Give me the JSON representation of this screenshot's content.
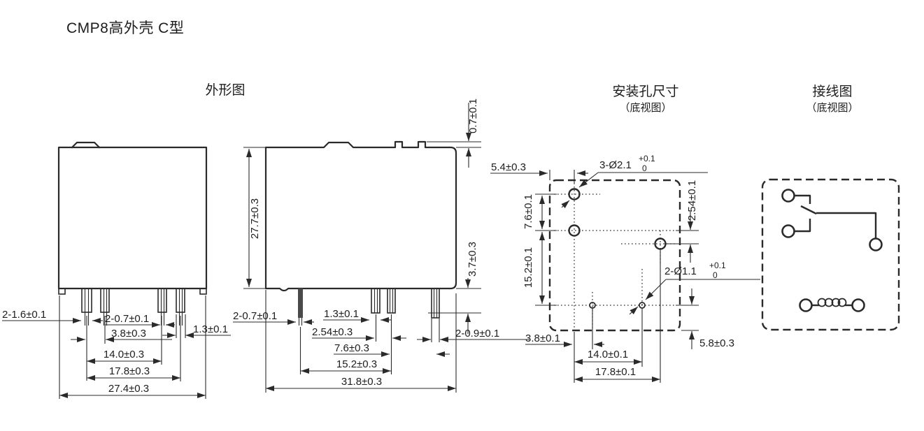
{
  "page": {
    "title": "CMP8高外壳 C型"
  },
  "sections": {
    "outline": {
      "title": "外形图"
    },
    "mounting": {
      "title": "安装孔尺寸",
      "subtitle": "（底视图）"
    },
    "wiring": {
      "title": "接线图",
      "subtitle": "（底视图）"
    }
  },
  "front_view": {
    "dims": {
      "pin_width_pair": "2-1.6±0.1",
      "pin_thickness_pair": "2-0.7±0.1",
      "pin_gap": "3.8±0.3",
      "pin_gap_right": "1.3±0.1",
      "pitch_14": "14.0±0.3",
      "pitch_178": "17.8±0.3",
      "case_width": "27.4±0.3"
    }
  },
  "side_view": {
    "dims": {
      "case_height": "27.7±0.3",
      "tab_height": "0.7±0.1",
      "standoff": "3.7±0.3",
      "pin_thickness_pair": "2-0.7±0.1",
      "pin_width": "1.3±0.1",
      "pitch_254": "2.54±0.3",
      "pitch_76": "7.6±0.3",
      "pitch_152": "15.2±0.3",
      "case_length": "31.8±0.3",
      "pin_width_pair_right": "2-0.9±0.1"
    }
  },
  "mounting_view": {
    "dims": {
      "edge_offset": "5.4±0.3",
      "large_holes": "3-Ø2.1",
      "large_holes_tol_upper": "+0.1",
      "large_holes_tol_lower": "0",
      "row_pitch_76": "7.6±0.1",
      "row_pitch_254": "2.54±0.1",
      "row_pitch_152": "15.2±0.1",
      "small_holes": "2-Ø1.1",
      "small_holes_tol_upper": "+0.1",
      "small_holes_tol_lower": "0",
      "col_offset_38": "3.8±0.1",
      "col_pitch_14": "14.0±0.1",
      "col_pitch_178": "17.8±0.1",
      "bottom_offset": "5.8±0.3"
    }
  }
}
